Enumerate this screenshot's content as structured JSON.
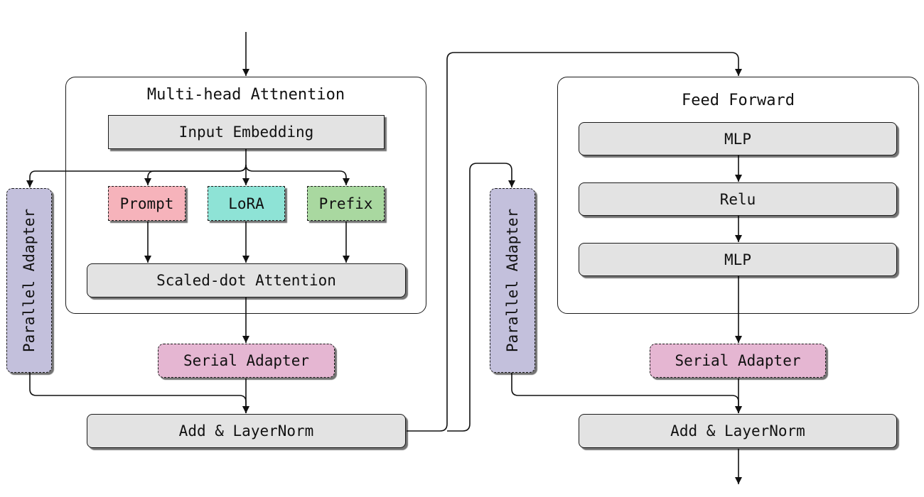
{
  "left_block": {
    "container_title": "Multi-head Attnention",
    "input_embedding": "Input Embedding",
    "prompt": "Prompt",
    "lora": "LoRA",
    "prefix": "Prefix",
    "scaled_dot_attention": "Scaled-dot Attention",
    "parallel_adapter": "Parallel Adapter",
    "serial_adapter": "Serial Adapter",
    "add_layernorm": "Add & LayerNorm"
  },
  "right_block": {
    "container_title": "Feed Forward",
    "mlp_top": "MLP",
    "relu": "Relu",
    "mlp_bottom": "MLP",
    "parallel_adapter": "Parallel Adapter",
    "serial_adapter": "Serial Adapter",
    "add_layernorm": "Add & LayerNorm"
  },
  "colors": {
    "prompt": "#f6b3bb",
    "lora": "#8ee3d6",
    "prefix": "#a9d8a0",
    "serial_adapter": "#e5b6d2",
    "parallel_adapter": "#c3c0dc",
    "module": "#e3e3e3"
  }
}
